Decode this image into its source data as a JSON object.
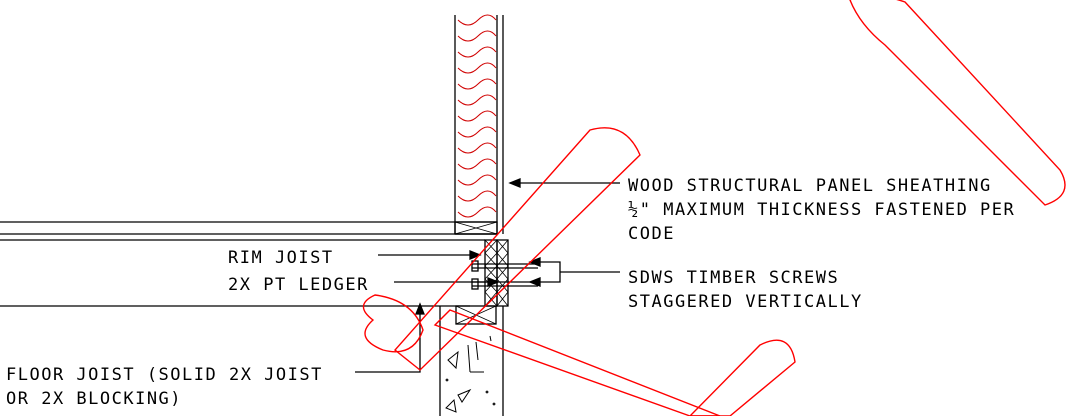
{
  "diagram": {
    "callouts": {
      "sheathing": [
        "WOOD STRUCTURAL PANEL SHEATHING",
        "½\" MAXIMUM THICKNESS FASTENED PER",
        "CODE"
      ],
      "rim_joist": "RIM JOIST",
      "ledger": "2X PT LEDGER",
      "screws": [
        "SDWS TIMBER SCREWS",
        "STAGGERED VERTICALLY"
      ],
      "floor_joist": [
        "FLOOR JOIST (SOLID 2X JOIST",
        "OR 2X BLOCKING)"
      ]
    },
    "colors": {
      "linework": "#000000",
      "markup": "#ff0000",
      "background": "#ffffff"
    }
  }
}
